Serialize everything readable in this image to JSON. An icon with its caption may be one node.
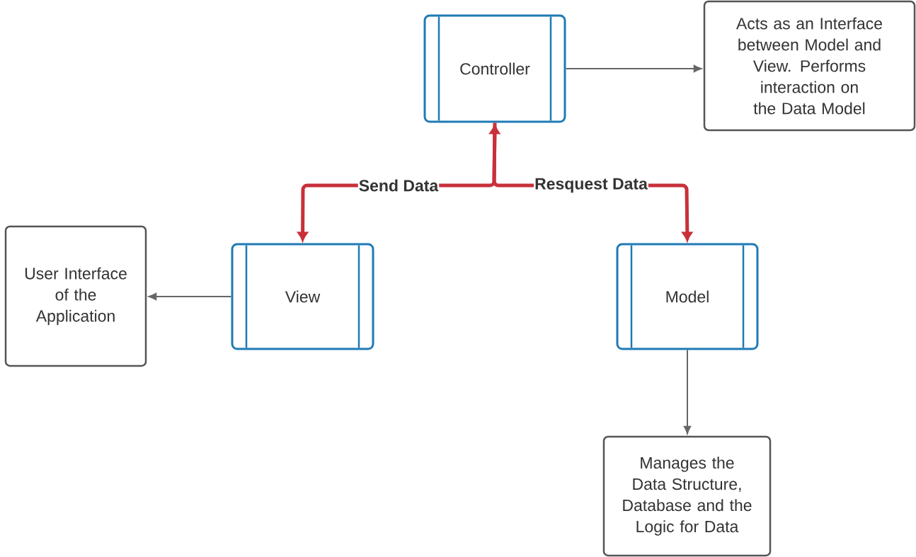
{
  "diagram": {
    "nodes": [
      {
        "text": [
          "Controller"
        ]
      },
      {
        "text": [
          "Acts as an Interface between Model and View. Performs interaction on the Data Model"
        ]
      },
      {
        "text": [
          "User Interface of the Application"
        ]
      },
      {
        "text": [
          "View"
        ]
      },
      {
        "text": [
          "Model"
        ]
      },
      {
        "text": [
          "Manages the Data Structure, Database and the Logic for Data"
        ]
      }
    ],
    "edges": [
      {
        "from": 0,
        "to": 1,
        "arrow": "to"
      },
      {
        "from": 0,
        "to": 3,
        "arrow": "both",
        "label": "Send Data",
        "style": "thick",
        "color": "#c8303a"
      },
      {
        "from": 0,
        "to": 4,
        "arrow": "to",
        "label": "Resquest Data",
        "style": "thick",
        "color": "#c8303a"
      },
      {
        "from": 3,
        "to": 2,
        "arrow": "to"
      },
      {
        "from": 4,
        "to": 5,
        "arrow": "to"
      }
    ]
  }
}
